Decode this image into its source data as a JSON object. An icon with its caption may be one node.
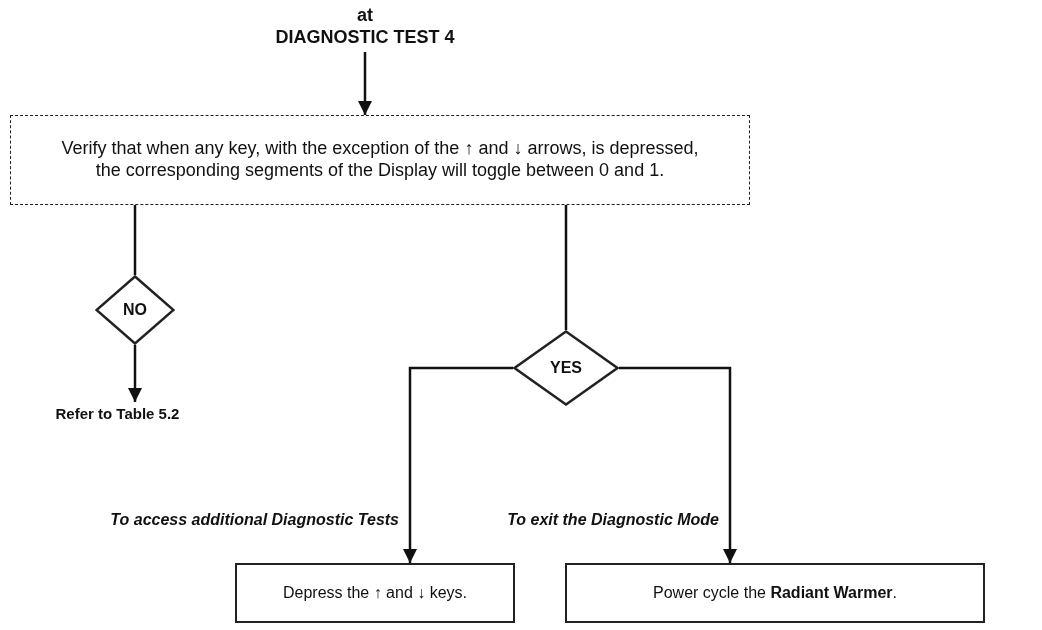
{
  "diagram": {
    "nodes": [
      {
        "text": [
          "at",
          "DIAGNOSTIC TEST 4"
        ]
      },
      {
        "text": [
          "Verify that when any key, with the exception of the ↑ and ↓ arrows, is depressed, the corresponding segments of the Display will toggle between 0 and 1."
        ]
      },
      {
        "text": [
          "NO"
        ]
      },
      {
        "text": [
          "Refer  to Table 5.2"
        ]
      },
      {
        "text": [
          "YES"
        ]
      },
      {
        "text": [
          "Depress the ↑ and ↓ keys."
        ]
      },
      {
        "text": [
          "Power cycle the **Radiant Warmer**."
        ]
      }
    ],
    "edges": [
      {
        "from": 0,
        "to": 1,
        "arrow": "to"
      },
      {
        "from": 1,
        "to": 2,
        "arrow": "none"
      },
      {
        "from": 2,
        "to": 3,
        "arrow": "to"
      },
      {
        "from": 1,
        "to": 4,
        "arrow": "none"
      },
      {
        "from": 4,
        "to": 5,
        "arrow": "to",
        "label": "To access additional Diagnostic Tests"
      },
      {
        "from": 4,
        "to": 6,
        "arrow": "to",
        "label": "To exit the Diagnostic Mode"
      }
    ]
  }
}
